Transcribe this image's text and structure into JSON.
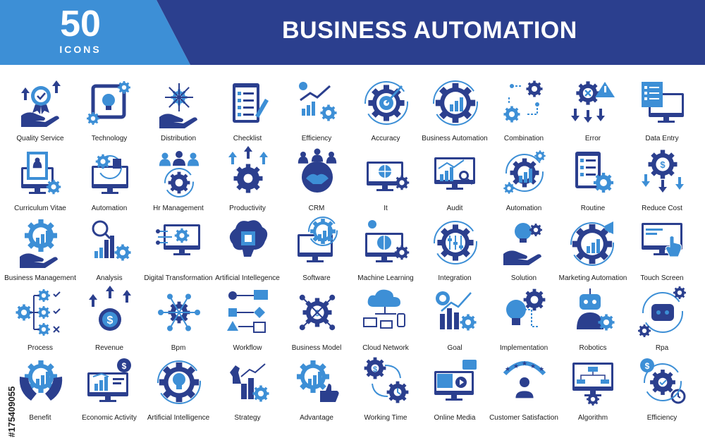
{
  "header": {
    "count": "50",
    "count_label": "ICONS",
    "title": "BUSINESS AUTOMATION"
  },
  "side_id": "#175409055",
  "colors": {
    "navy": "#2b3f8e",
    "blue": "#3d8fd6",
    "dark": "#2e3c86"
  },
  "icons": [
    {
      "label": "Quality Service",
      "icon": "award-hand-icon"
    },
    {
      "label": "Technology",
      "icon": "chip-bulb-icon"
    },
    {
      "label": "Distribution",
      "icon": "hand-network-icon"
    },
    {
      "label": "Checklist",
      "icon": "clipboard-pen-icon"
    },
    {
      "label": "Efficiency",
      "icon": "growth-chart-gear-icon"
    },
    {
      "label": "Accuracy",
      "icon": "target-gear-icon"
    },
    {
      "label": "Business Automation",
      "icon": "gear-chart-icon"
    },
    {
      "label": "Combination",
      "icon": "gear-nodes-icon"
    },
    {
      "label": "Error",
      "icon": "gear-warning-icon"
    },
    {
      "label": "Data Entry",
      "icon": "monitor-form-icon"
    },
    {
      "label": "Curriculum Vitae",
      "icon": "monitor-cv-icon"
    },
    {
      "label": "Automation",
      "icon": "monitor-cycle-icon"
    },
    {
      "label": "Hr Management",
      "icon": "team-gear-icon"
    },
    {
      "label": "Productivity",
      "icon": "gear-arrows-up-icon"
    },
    {
      "label": "CRM",
      "icon": "handshake-team-icon"
    },
    {
      "label": "It",
      "icon": "monitor-globe-icon"
    },
    {
      "label": "Audit",
      "icon": "monitor-chart-magnifier-icon"
    },
    {
      "label": "Automation",
      "icon": "gear-cycle-chart-icon"
    },
    {
      "label": "Routine",
      "icon": "clipboard-gear-icon"
    },
    {
      "label": "Reduce Cost",
      "icon": "gear-dollar-down-icon"
    },
    {
      "label": "Business Management",
      "icon": "hand-gear-chart-icon"
    },
    {
      "label": "Analysis",
      "icon": "chart-magnifier-gear-icon"
    },
    {
      "label": "Digital Transformation",
      "icon": "monitor-circuit-icon"
    },
    {
      "label": "Artificial Intellegence",
      "icon": "brain-chip-icon"
    },
    {
      "label": "Software",
      "icon": "monitor-gear-chart-icon"
    },
    {
      "label": "Machine Learning",
      "icon": "monitor-brain-icon"
    },
    {
      "label": "Integration",
      "icon": "gear-sliders-icon"
    },
    {
      "label": "Solution",
      "icon": "hand-bulb-gear-icon"
    },
    {
      "label": "Marketing Automation",
      "icon": "gear-megaphone-icon"
    },
    {
      "label": "Touch Screen",
      "icon": "monitor-touch-icon"
    },
    {
      "label": "Process",
      "icon": "gear-tree-check-icon"
    },
    {
      "label": "Revenue",
      "icon": "dollar-arrows-up-icon"
    },
    {
      "label": "Bpm",
      "icon": "gear-hub-icon"
    },
    {
      "label": "Workflow",
      "icon": "flowchart-shapes-icon"
    },
    {
      "label": "Business Model",
      "icon": "gear-dollar-network-icon"
    },
    {
      "label": "Cloud Network",
      "icon": "cloud-devices-icon"
    },
    {
      "label": "Goal",
      "icon": "target-chart-gear-icon"
    },
    {
      "label": "Implementation",
      "icon": "bulb-gear-icon"
    },
    {
      "label": "Robotics",
      "icon": "robot-gear-icon"
    },
    {
      "label": "Rpa",
      "icon": "robot-cycle-icon"
    },
    {
      "label": "Benefit",
      "icon": "hands-gear-chart-icon"
    },
    {
      "label": "Economic Activity",
      "icon": "monitor-dollar-chart-icon"
    },
    {
      "label": "Artificial Intelligence",
      "icon": "gear-bulb-icon"
    },
    {
      "label": "Strategy",
      "icon": "chess-chart-gear-icon"
    },
    {
      "label": "Advantage",
      "icon": "gear-thumbs-up-icon"
    },
    {
      "label": "Working Time",
      "icon": "gear-clock-cycle-icon"
    },
    {
      "label": "Online Media",
      "icon": "monitor-media-icon"
    },
    {
      "label": "Customer Satisfaction",
      "icon": "person-rating-icon"
    },
    {
      "label": "Algorithm",
      "icon": "monitor-flowchart-icon"
    },
    {
      "label": "Efficiency",
      "icon": "dollar-gear-clock-icon"
    }
  ]
}
